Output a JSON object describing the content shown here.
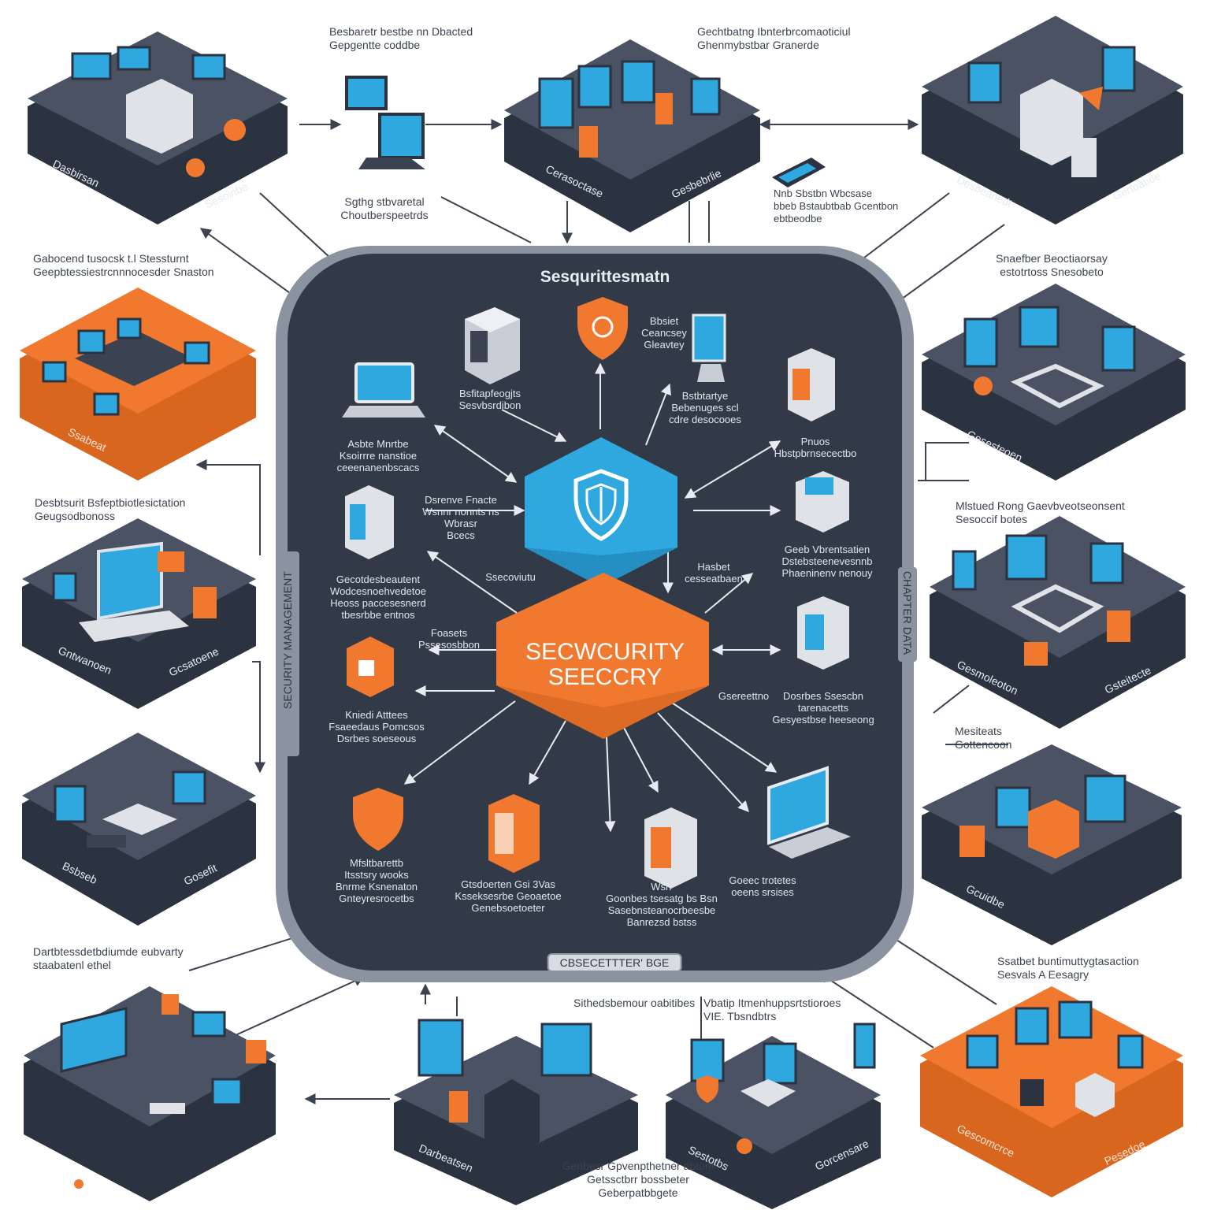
{
  "colors": {
    "panel": "#323a48",
    "panel_border": "#8a939f",
    "node_dark": "#3b4352",
    "node_orange": "#f0782f",
    "accent_blue": "#2fa8e0",
    "accent_orange": "#f0782f",
    "arrow": "#3b4250"
  },
  "hub": {
    "title": "Sesqurittesmatn",
    "core": {
      "line1": "SECWCURITY",
      "line2": "SEECCRY"
    },
    "footer": "CBSECETTTER' BGE",
    "left_vertical": "SECURITY MANAGEMENT",
    "right_vertical": "CHAPTER DATA"
  },
  "outer_labels": [
    {
      "line1": "Besbaretr bestbe nn Dbacted",
      "line2": "Gepgentte coddbe"
    },
    {
      "line1": "Gechtbatng Ibnterbrcomaoticiul",
      "line2": "Ghenmybstbar Granerde"
    },
    {
      "line1": "Sgthg stbvaretal",
      "line2": "Choutberspeetrds"
    },
    {
      "line1": "Nnb Sbstbn Wbcsase",
      "line2": "bbeb Bstaubtbab Gcentbon",
      "line3": "ebtbeodbe"
    },
    {
      "line1": "Gabocend tusocsk t.l Stessturnt",
      "line2": "Geepbtessiestrcnnnocesder Snaston"
    },
    {
      "line1": "Snaefber Beoctiaorsay",
      "line2": "estotrtoss Snesobeto"
    },
    {
      "line1": "Desbtsurit Bsfeptbiotlesictation",
      "line2": "Geugsodbonoss"
    },
    {
      "line1": "Mlstued Rong  Gaevbveotseonsent",
      "line2": "Sesoccif botes"
    },
    {
      "line1": "Mesiteats",
      "line2": "Gottencoon"
    },
    {
      "line1": "Dartbtessdetbdiumde eubvarty",
      "line2": "staabatenl ethel"
    },
    {
      "line1": "Ssatbet buntimuttygtasaction",
      "line2": "Sesvals A Eesagry"
    },
    {
      "line1": "Sithedsbemour oabitibes",
      "line2": ""
    },
    {
      "line1": "Vbatip Itmenhuppsrtstioroes",
      "line2": "VIE. Tbsndbtrs"
    },
    {
      "line1": "Genbesr Gpvenpthetner abtom",
      "line2": "Getssctbrr bossbeter",
      "line3": "Geberpatbbgete"
    }
  ],
  "node_labels": [
    {
      "a": "Dasbirsan",
      "b": "Sesoinbe"
    },
    {
      "a": "Cerasoctase",
      "b": "Gesbebrlie"
    },
    {
      "a": "Desbeanedt",
      "b": "Gertoatioe"
    },
    {
      "a": "Ssabeat",
      "b": ""
    },
    {
      "a": "Gesesteoen",
      "b": ""
    },
    {
      "a": "Gntwanoen",
      "b": "Gcsatoene"
    },
    {
      "a": "Gesmoleoton",
      "b": "Gsteitecte"
    },
    {
      "a": "Bsbseb",
      "b": "Gosefit"
    },
    {
      "a": "Gcuidbe",
      "b": ""
    },
    {
      "a": "Darbeatsen",
      "b": ""
    },
    {
      "a": "Sestotbs",
      "b": "Gorcensare"
    },
    {
      "a": "Gescomcrce",
      "b": "Pesedoe"
    }
  ],
  "inner_labels": [
    {
      "line1": "Bsfitapfeogjts",
      "line2": "Sesvbsrdibon"
    },
    {
      "line1": "Bbsiet",
      "line2": "Ceancsey",
      "line3": "Gleavtey"
    },
    {
      "line1": "Bstbtartye",
      "line2": "Bebenuges scl",
      "line3": "cdre desocooes"
    },
    {
      "line1": "Asbte Mnrtbe",
      "line2": "Ksoirrre nanstioe",
      "line3": "ceeenanenbscacs"
    },
    {
      "line1": "Pnuos",
      "line2": "Hbstpbrnsecectbo"
    },
    {
      "line1": "Dsrenve Fnacte",
      "line2": "Wsnnr nonnts ns",
      "line3": "Wbrasr",
      "line4": "Bcecs"
    },
    {
      "line1": "Geeb Vbrentsatien",
      "line2": "Dstebsteenevesnnb",
      "line3": "Phaeninenv nenouy"
    },
    {
      "line1": "Gecotdesbeautent",
      "line2": "Wodcesnoehvedetoe",
      "line3": "Heoss paccesesnerd",
      "line4": "tbesrbbe entnos"
    },
    {
      "line1": "Ssecoviutu",
      "line2": ""
    },
    {
      "line1": "Hasbet",
      "line2": "cesseatbaen"
    },
    {
      "line1": "Foasets",
      "line2": "Pssesosbbon"
    },
    {
      "line1": "Gsereettno",
      "line2": ""
    },
    {
      "line1": "Dosrbes Ssescbn",
      "line2": "tarenacetts",
      "line3": "Gesyestbse heeseong"
    },
    {
      "line1": "Kniedi Atttees",
      "line2": "Fsaeedaus Pomcsos",
      "line3": "Dsrbes soeseous"
    },
    {
      "line1": "Mfsltbarettb",
      "line2": "Itsstsry wooks",
      "line3": "Bnrme Ksnenaton",
      "line4": "Gnteyresrocetbs"
    },
    {
      "line1": "Gtsdoerten Gsi 3Vas",
      "line2": "Ksseksesrbe Geoaetoe",
      "line3": "Genebsoetoeter"
    },
    {
      "line1": "Wsrr",
      "line2": "Goonbes tsesatg bs Bsn",
      "line3": "Sasebnsteanocrbeesbe",
      "line4": "Banrezsd bstss"
    },
    {
      "line1": "Goeec trotetes",
      "line2": "oeens srsises"
    }
  ]
}
